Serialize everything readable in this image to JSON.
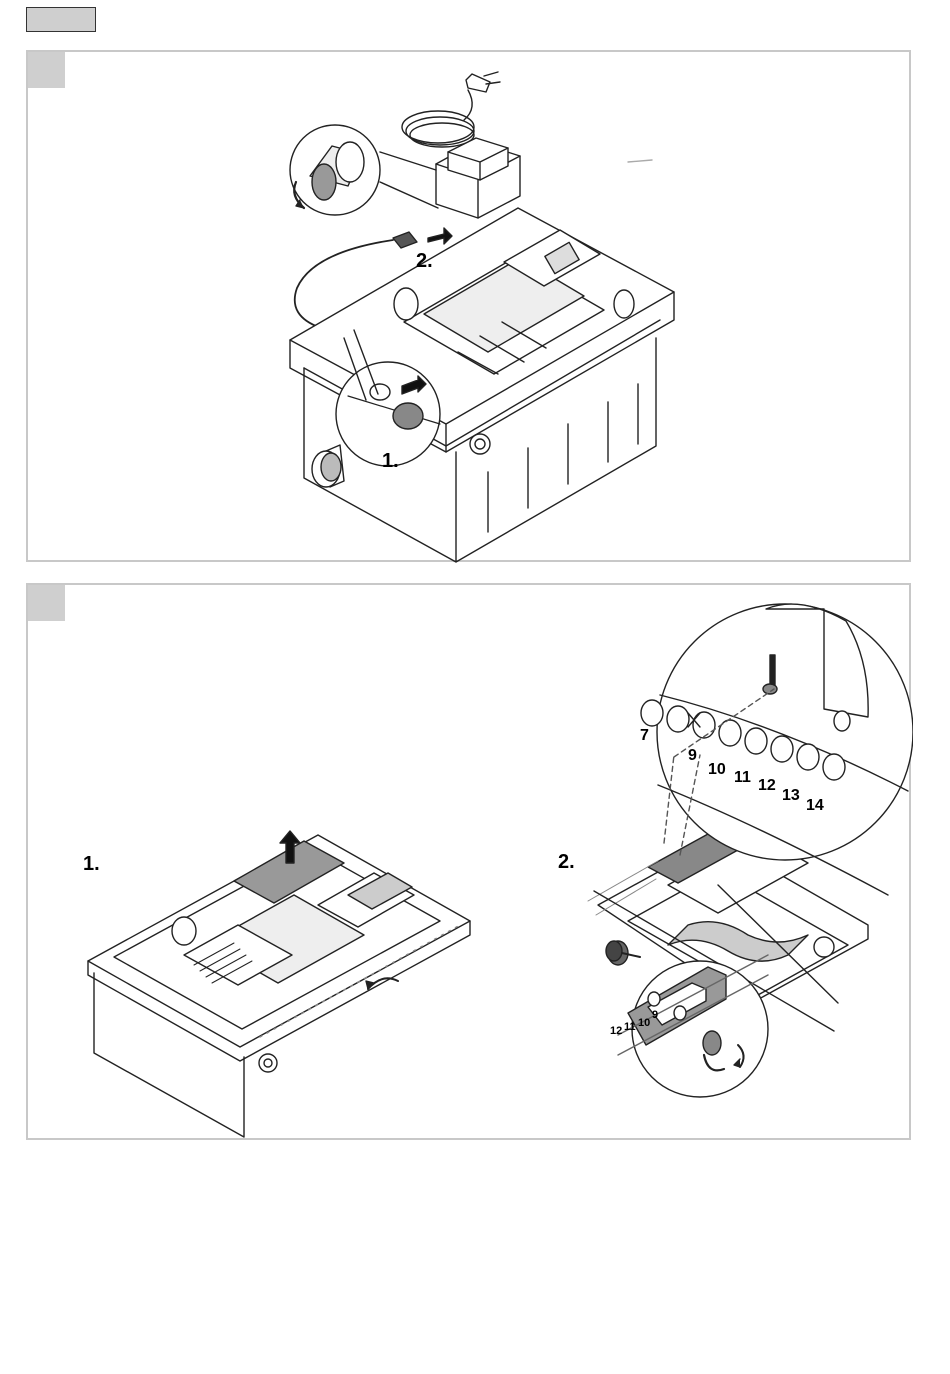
{
  "page": {
    "tab_label": ""
  },
  "figure1": {
    "corner_label": "",
    "step1": "1.",
    "step2": "2."
  },
  "figure2": {
    "corner_label": "",
    "step1": "1.",
    "step2": "2.",
    "terminal_numbers": [
      "7",
      "9",
      "10",
      "11",
      "12",
      "13",
      "14"
    ],
    "inset_numbers": [
      "12",
      "11",
      "10",
      "9"
    ]
  }
}
